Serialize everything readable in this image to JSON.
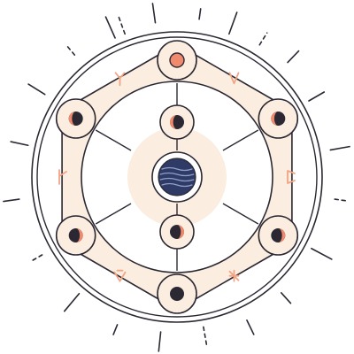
{
  "palette": {
    "ink": "#2b2833",
    "band": "#fbeee0",
    "band_edge": "#f4dcc2",
    "accent": "#f08a6e",
    "rune": "#f2a484",
    "planet": "#2f3b66",
    "planet_wave": "#8fa0c8",
    "paper": "#ffffff"
  },
  "icons": {
    "center": "planet-icon",
    "node": "moon-phase-icon",
    "runes": "rune-glyph-icon",
    "rays": "sunburst-ray-icon"
  },
  "node_phases": [
    "full",
    "crescent-right",
    "crescent-right",
    "crescent-left",
    "dark",
    "crescent-left",
    "crescent-left",
    "crescent-right"
  ]
}
